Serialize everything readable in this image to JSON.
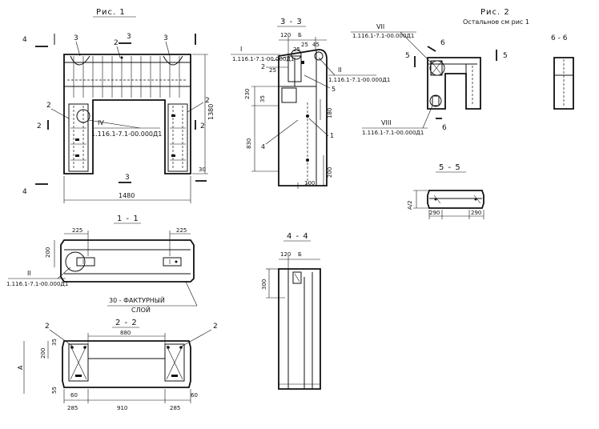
{
  "titles": {
    "fig1": "Рис. 1",
    "fig2": "Рис. 2",
    "fig2_note": "Остальное см  рис 1",
    "s33": "3 - 3",
    "s66": "6 - 6",
    "s11": "1 - 1",
    "s22": "2 - 2",
    "s44": "4 - 4",
    "s55": "5 - 5"
  },
  "refs": {
    "r1": "1.116.1-7.1-00.000Д1",
    "r2": "1.116.1-7.1-00.000Д1",
    "r3": "1.116.1-7.1-00.000Д1",
    "r4": "1.116.1-7.1-00.000Д1",
    "r5": "1.116.1-7.1-00.000Д1",
    "r6": "1.116.1-7.1-00.000Д1"
  },
  "romans": {
    "i": "I",
    "ii": "II",
    "ii2": "II",
    "iv": "IV",
    "vii": "VII",
    "viii": "VIII"
  },
  "marks": {
    "m1": "1",
    "m2a": "2",
    "m2b": "2",
    "m2c": "2",
    "m2d": "2",
    "m2e": "2",
    "m2f": "2",
    "m3a": "3",
    "m3b": "3",
    "m3c": "3",
    "m3d": "3",
    "m4a": "4",
    "m4b": "4",
    "m4c": "4",
    "m5": "5",
    "m5a": "5",
    "m5b": "5",
    "m6a": "6",
    "m6b": "6"
  },
  "dims": {
    "d1480": "1480",
    "d1380": "1380",
    "d30": "30",
    "d120": "120",
    "db": "Б",
    "d25a": "25",
    "d25b": "25",
    "d25c": "25",
    "d45": "45",
    "d230": "230",
    "d35a": "35",
    "d180": "180",
    "d830": "830",
    "d200": "200",
    "d100": "100",
    "d225a": "225",
    "d225b": "225",
    "d200b": "200",
    "d880": "880",
    "d910": "910",
    "d285a": "285",
    "d285b": "285",
    "d60a": "60",
    "d60b": "60",
    "d55": "55",
    "dA": "А",
    "d200c": "200",
    "d35b": "35",
    "d120b": "120",
    "db2": "Б",
    "d300": "300",
    "dA2": "А/2",
    "d290a": "290",
    "d290b": "290"
  },
  "notes": {
    "layer1": "30 - ФАКТУРНЫЙ",
    "layer2": "СЛОЙ"
  }
}
